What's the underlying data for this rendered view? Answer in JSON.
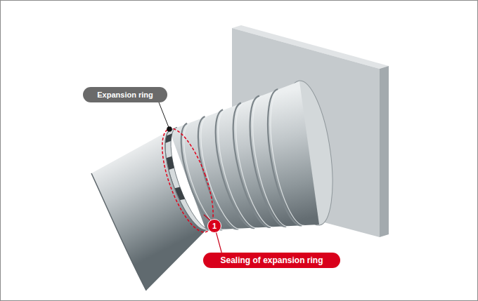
{
  "diagram": {
    "nodes": [
      {
        "text": [
          "Expansion ring"
        ]
      },
      {
        "text": [
          "1"
        ]
      },
      {
        "text": [
          "Sealing of expansion ring"
        ]
      }
    ],
    "edges": [
      {
        "from": 1,
        "to": 2,
        "arrow": "none"
      }
    ]
  }
}
